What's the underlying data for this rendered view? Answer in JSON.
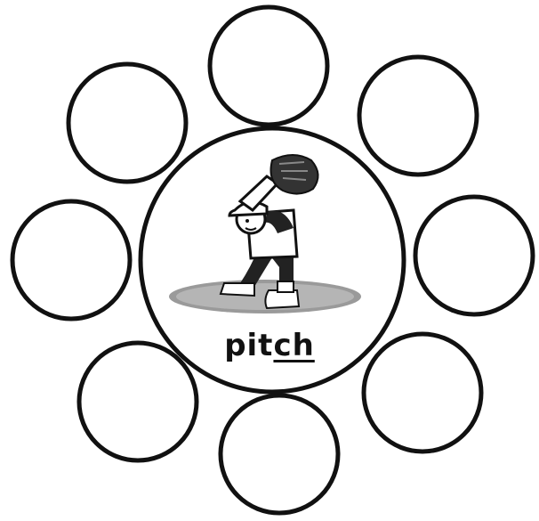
{
  "worksheet": {
    "word_prefix": "pit",
    "word_digraph": "ch",
    "empty_circle_count": 8,
    "picture": "baseball-pitcher"
  }
}
